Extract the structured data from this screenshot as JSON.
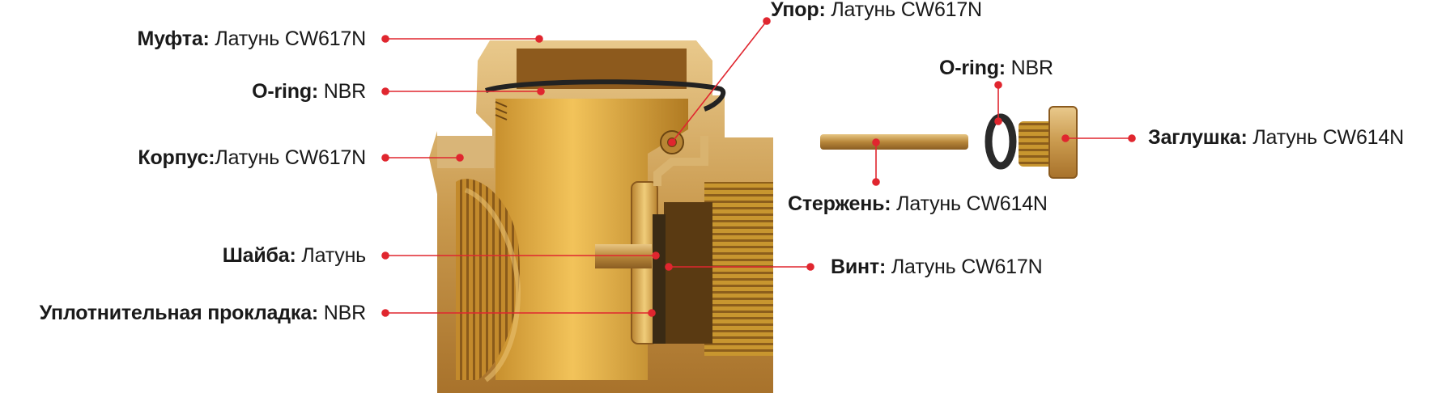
{
  "callouts": {
    "mufta": {
      "name": "Муфта:",
      "value": " Латунь CW617N"
    },
    "oring1": {
      "name": "O-ring:",
      "value": " NBR"
    },
    "korpus": {
      "name": "Корпус:",
      "value": "Латунь CW617N"
    },
    "shaiba": {
      "name": "Шайба:",
      "value": " Латунь"
    },
    "gasket": {
      "name": "Уплотнительная прокладка:",
      "value": " NBR"
    },
    "upor": {
      "name": "Упор:",
      "value": " Латунь CW617N"
    },
    "oring2": {
      "name": "O-ring:",
      "value": " NBR"
    },
    "zaglushka": {
      "name": "Заглушка:",
      "value": " Латунь CW614N"
    },
    "sterzhen": {
      "name": "Стержень:",
      "value": " Латунь CW614N"
    },
    "vint": {
      "name": "Винт:",
      "value": " Латунь CW617N"
    }
  },
  "colors": {
    "leader": "#e0262f",
    "brass_light": "#d8b06a",
    "brass_mid": "#c29042",
    "brass_dark": "#8a5a1e",
    "oring": "#222222",
    "text": "#1a1a1a"
  }
}
